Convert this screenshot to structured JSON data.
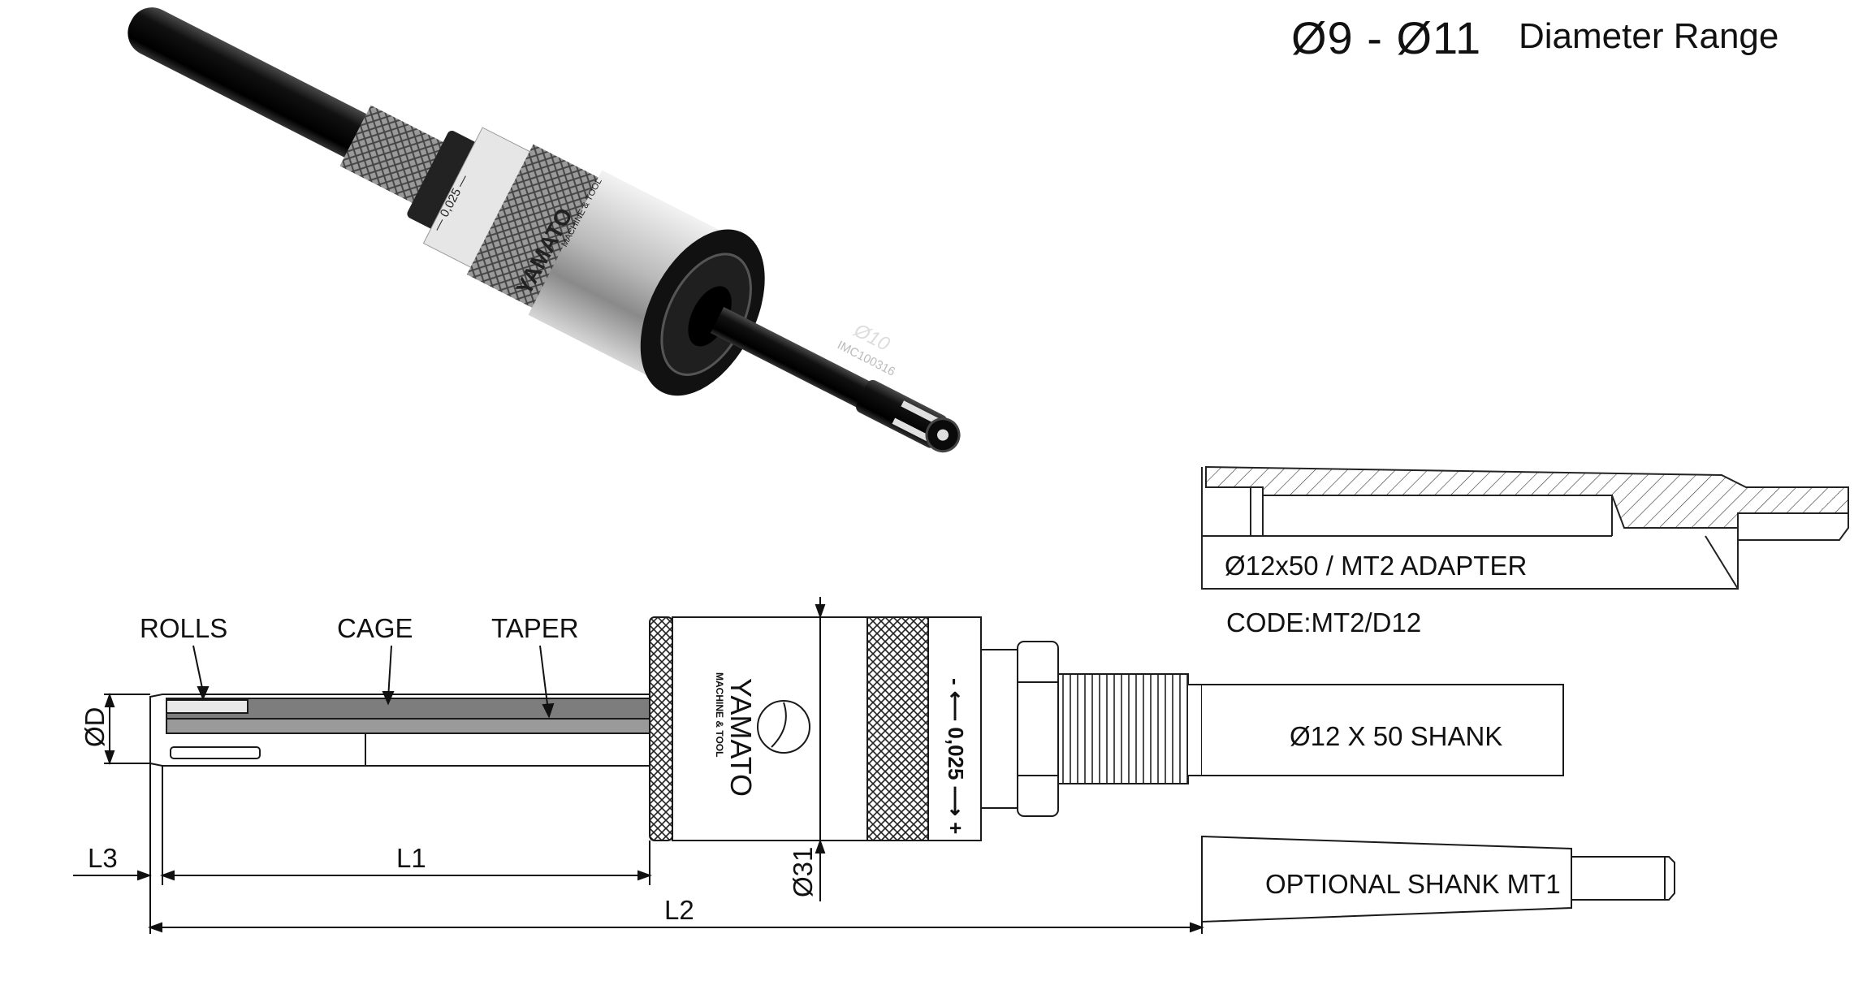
{
  "header": {
    "diameter_range": "Ø9 - Ø11",
    "range_label": "Diameter Range"
  },
  "photo": {
    "brand": "YAMATO",
    "brand_sub": "MACHINE & TOOL",
    "scale": "— 0,025 —",
    "mandrel_size": "Ø10",
    "mandrel_code": "IMC100316"
  },
  "callouts": {
    "rolls": "ROLLS",
    "cage": "CAGE",
    "taper": "TAPER"
  },
  "dimensions": {
    "od": "ØD",
    "l1": "L1",
    "l2": "L2",
    "l3": "L3",
    "body_dia": "Ø31"
  },
  "drawing": {
    "brand": "YAMATO",
    "brand_sub": "MACHINE & TOOL",
    "scale": "- ⟵ 0,025 ⟶ +"
  },
  "adapter": {
    "label": "Ø12x50 / MT2 ADAPTER",
    "code": "CODE:MT2/D12"
  },
  "shanks": {
    "straight": "Ø12 X 50 SHANK",
    "optional": "OPTIONAL SHANK MT1"
  },
  "colors": {
    "body_black": "#1a1a1a",
    "silver": "#c8c8c8",
    "taper_fill": "#7d7d7d",
    "cage_fill": "#555555",
    "line": "#1a1a1a"
  }
}
